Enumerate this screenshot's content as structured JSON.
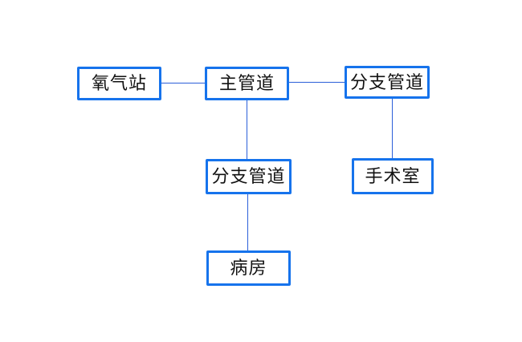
{
  "diagram": {
    "nodes": [
      {
        "id": "oxygen-station",
        "label": "氧气站"
      },
      {
        "id": "main-pipeline",
        "label": "主管道"
      },
      {
        "id": "branch-pipeline-right",
        "label": "分支管道"
      },
      {
        "id": "branch-pipeline-center",
        "label": "分支管道"
      },
      {
        "id": "operating-room",
        "label": "手术室"
      },
      {
        "id": "ward",
        "label": "病房"
      }
    ],
    "edges": [
      {
        "from": "oxygen-station",
        "to": "main-pipeline"
      },
      {
        "from": "main-pipeline",
        "to": "branch-pipeline-right"
      },
      {
        "from": "main-pipeline",
        "to": "branch-pipeline-center"
      },
      {
        "from": "branch-pipeline-right",
        "to": "operating-room"
      },
      {
        "from": "branch-pipeline-center",
        "to": "ward"
      }
    ]
  },
  "colors": {
    "box-border": "#1673EC",
    "box-bg": "#FFFFFF",
    "connector": "#2B5FD9",
    "canvas-bg": "#FFFFFF",
    "text": "#111111"
  }
}
